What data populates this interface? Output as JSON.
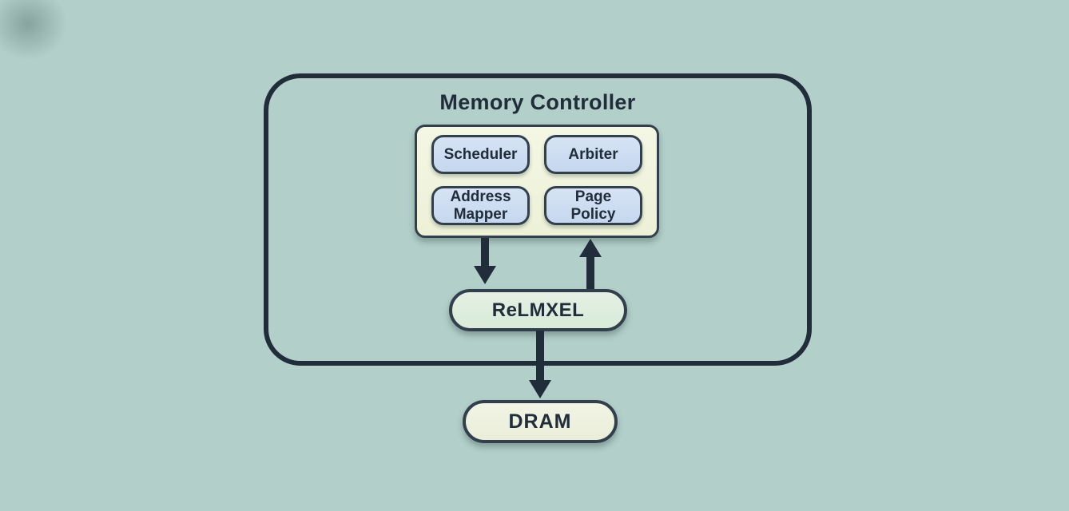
{
  "diagram": {
    "title": "Memory Controller",
    "submodules": [
      {
        "label": "Scheduler"
      },
      {
        "label": "Arbiter"
      },
      {
        "label": "Address\nMapper"
      },
      {
        "label": "Page\nPolicy"
      }
    ],
    "core_block": {
      "label": "ReLMXEL"
    },
    "external_block": {
      "label": "DRAM"
    },
    "arrows": [
      {
        "name": "panel-to-core",
        "direction": "down"
      },
      {
        "name": "core-to-panel",
        "direction": "up"
      },
      {
        "name": "core-to-dram",
        "direction": "down"
      }
    ],
    "colors": {
      "background": "#b3cfc9",
      "ink": "#212d3b",
      "panel_fill": "#f1f4de",
      "module_fill": "#cddcf2",
      "core_fill": "#dfeede",
      "dram_fill": "#eef1df"
    }
  }
}
